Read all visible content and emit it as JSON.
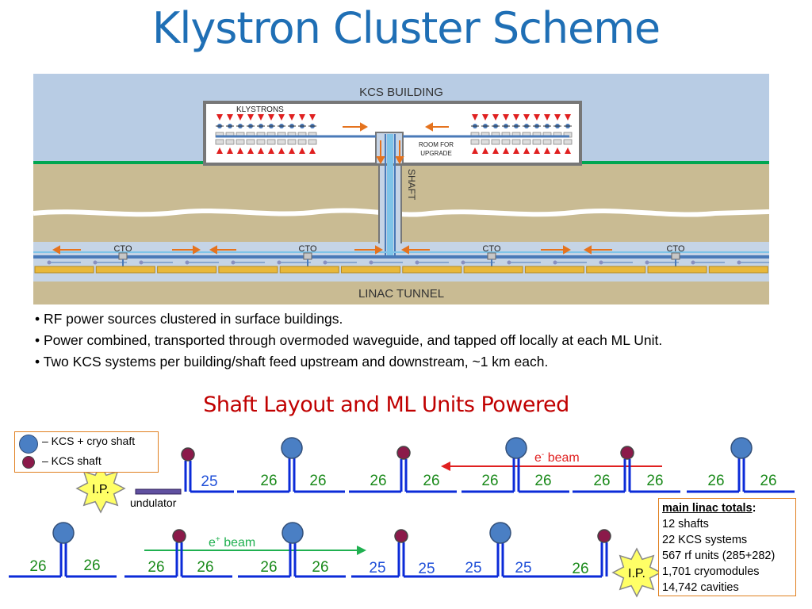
{
  "title": "Klystron Cluster Scheme",
  "scheme": {
    "building_label": "KCS BUILDING",
    "klystrons_label": "KLYSTRONS",
    "room_label_1": "ROOM FOR",
    "room_label_2": "UPGRADE",
    "shaft_label": "SHAFT",
    "tunnel_label": "LINAC TUNNEL",
    "cto_label": "CTO"
  },
  "bullets": [
    "• RF power sources clustered in surface buildings.",
    "• Power combined, transported through overmoded waveguide, and tapped off locally at each ML Unit.",
    "• Two KCS systems per building/shaft feed upstream and downstream, ~1 km each."
  ],
  "layout_title": "Shaft Layout and ML Units Powered",
  "legend": {
    "big_label": "– KCS + cryo shaft",
    "small_label": "– KCS shaft"
  },
  "ip_label": "I.P.",
  "undulator_label": "undulator",
  "electron_beam": {
    "label": "e",
    "sup": "-",
    "suffix": " beam"
  },
  "positron_beam": {
    "label": "e",
    "sup": "+",
    "suffix": " beam"
  },
  "top_row_numbers": [
    "25",
    "26",
    "26",
    "26",
    "26",
    "26",
    "26",
    "26",
    "26",
    "26",
    "26"
  ],
  "bottom_row_numbers": [
    "26",
    "26",
    "26",
    "26",
    "26",
    "26",
    "25",
    "25",
    "25",
    "25",
    "26"
  ],
  "totals": {
    "heading": "main linac totals",
    "heading_suffix": ":",
    "lines": [
      "12 shafts",
      "22 KCS systems",
      "567 rf units (285+282)",
      "1,701 cryomodules",
      "14,742 cavities"
    ]
  },
  "colors": {
    "title": "#1f6fb5",
    "sky": "#b8cce4",
    "ground": "#c9bb93",
    "grass": "#00a651",
    "waveguide": "#4a7ab8",
    "shaft_wave": "#7fc4e8",
    "klystron_red": "#e02020",
    "cryomodule": "#e8b83a",
    "arrow_orange": "#e5731e",
    "line_blue": "#0b2bd8",
    "number_green": "#1a8a1a",
    "number_blue": "#1f4fd8",
    "big_circle": "#4a7fc4",
    "small_circle": "#8b1a4a",
    "electron_beam": "#e02020",
    "positron_beam": "#20b050",
    "ip_star": "#ffff66",
    "undulator": "#6050a0"
  }
}
